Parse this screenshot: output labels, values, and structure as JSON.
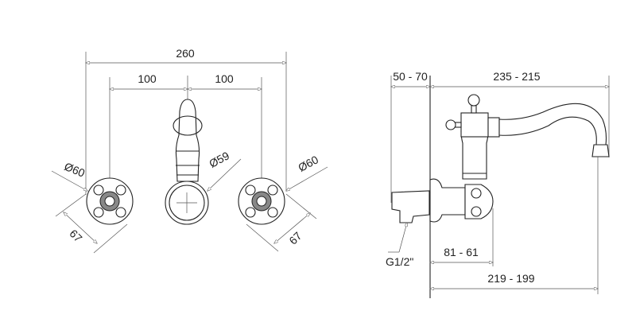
{
  "front_view": {
    "overall_width": "260",
    "left_spacing": "100",
    "right_spacing": "100",
    "left_handle_diameter": "Ø60",
    "spout_diameter": "Ø59",
    "right_handle_diameter": "Ø60",
    "left_handle_width": "67",
    "right_handle_width": "67"
  },
  "side_view": {
    "wall_depth": "50 - 70",
    "spout_reach": "235 - 215",
    "connection": "G1/2\"",
    "handle_projection": "81 - 61",
    "outlet_projection": "219 - 199"
  }
}
